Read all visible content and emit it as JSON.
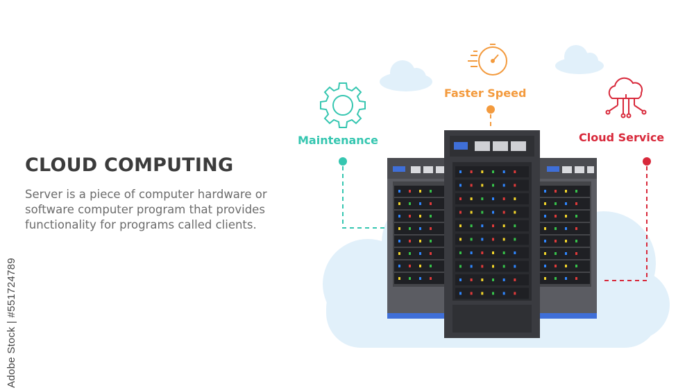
{
  "heading": "CLOUD COMPUTING",
  "description": "Server is a piece of computer hardware or software computer program that provides functionality for programs called clients.",
  "features": [
    {
      "label": "Maintenance",
      "icon": "gear-icon",
      "color": "#35c6b0"
    },
    {
      "label": "Faster Speed",
      "icon": "speedometer-icon",
      "color": "#f39a3d"
    },
    {
      "label": "Cloud Service",
      "icon": "cloud-network-icon",
      "color": "#d8283a"
    }
  ],
  "watermark": "Adobe Stock | #551724789",
  "colors": {
    "cloud": "#e1f0fa",
    "server_dark": "#3a3b40",
    "server_side": "#5b5c62",
    "server_accent": "#3f6fd8",
    "text_dark": "#3b3b3b",
    "text_body": "#6b6b6b"
  }
}
